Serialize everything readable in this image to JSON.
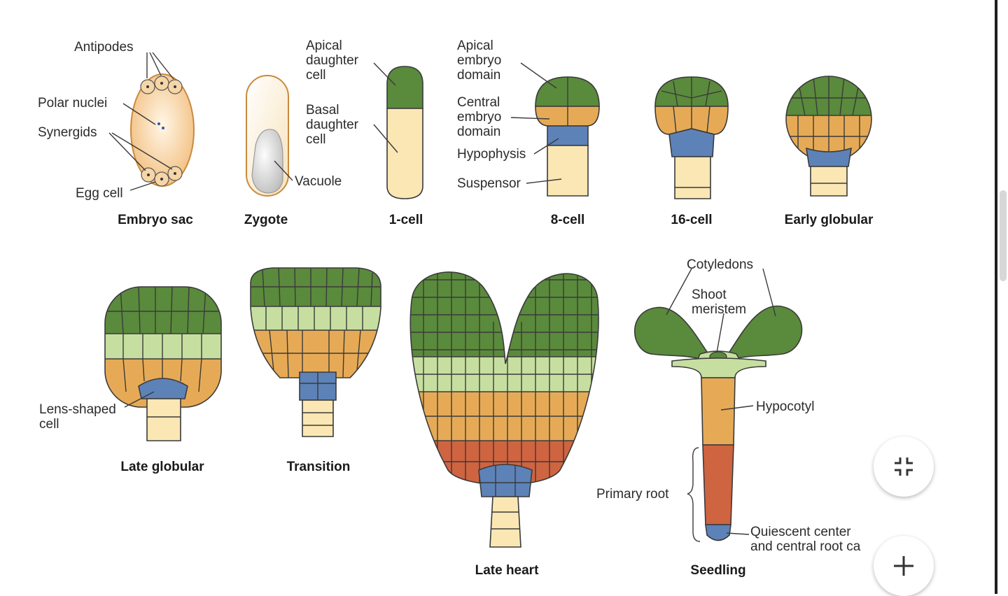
{
  "colors": {
    "dark_green": "#5a8a3c",
    "light_green": "#c6dfa0",
    "orange": "#e6aa56",
    "blue": "#5d82b8",
    "root_red": "#cf6440",
    "pale_yellow": "#fbe7b4",
    "embryo_sac": "#f5c98f"
  },
  "labels": {
    "antipodes": "Antipodes",
    "polar_nuclei": "Polar nuclei",
    "synergids": "Synergids",
    "egg_cell": "Egg cell",
    "vacuole": "Vacuole",
    "apical_daughter_cell": [
      "Apical",
      "daughter",
      "cell"
    ],
    "basal_daughter_cell": [
      "Basal",
      "daughter",
      "cell"
    ],
    "apical_embryo_domain": [
      "Apical",
      "embryo",
      "domain"
    ],
    "central_embryo_domain": [
      "Central",
      "embryo",
      "domain"
    ],
    "hypophysis": "Hypophysis",
    "suspensor": "Suspensor",
    "lens_shaped_cell": [
      "Lens-shaped",
      "cell"
    ],
    "cotyledons": "Cotyledons",
    "shoot_meristem": [
      "Shoot",
      "meristem"
    ],
    "hypocotyl": "Hypocotyl",
    "primary_root": "Primary root",
    "quiescent_center": [
      "Quiescent center",
      "and central root ca"
    ]
  },
  "stages": {
    "embryo_sac": "Embryo sac",
    "zygote": "Zygote",
    "one_cell": "1-cell",
    "eight_cell": "8-cell",
    "sixteen_cell": "16-cell",
    "early_globular": "Early globular",
    "late_globular": "Late globular",
    "transition": "Transition",
    "late_heart": "Late heart",
    "seedling": "Seedling"
  },
  "controls": {
    "collapse_icon": "collapse-icon",
    "zoom_in_icon": "plus-icon"
  }
}
